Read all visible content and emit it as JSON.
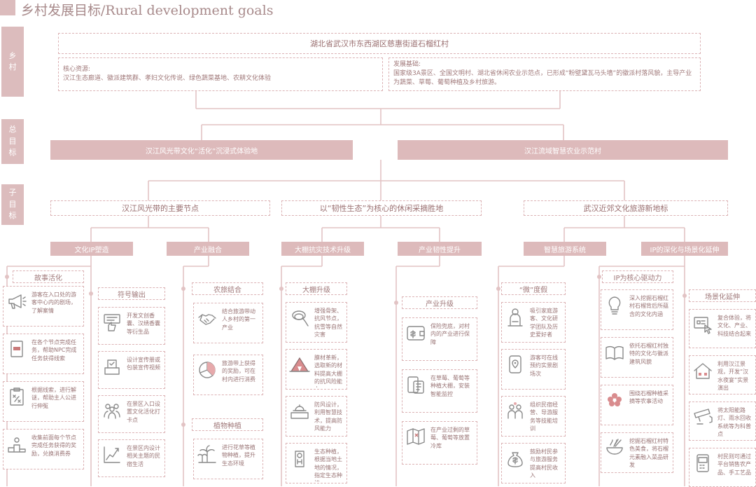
{
  "title": "乡村发展目标/Rural development goals",
  "side_labels": {
    "village": "乡\n村",
    "goal": "总\n目\n标",
    "subgoal": "子\n目\n标"
  },
  "village": {
    "name": "湖北省武汉市东西湖区慈惠街道石榴红村",
    "resources_label": "核心资源:",
    "resources": "汉江生态廊道、徽派建筑群、孝妇文化传说、绿色蔬菜基地、农耕文化体验",
    "basis_label": "发展基础:",
    "basis": "国家级3A景区、全国文明村、湖北省休闲农业示范点，已形成“粉壁黛瓦马头墙”的徽派村落风貌，主导产业为蔬菜、草莓、葡萄种植及乡村旅游。"
  },
  "goals": [
    "汉江风光带文化“活化”沉浸式体验地",
    "汉江流域智慧农业示范村"
  ],
  "subgoals": [
    "汉江风光带的主要节点",
    "以“韧性生态”为核心的休闲采摘胜地",
    "武汉近郊文化旅游新地标"
  ],
  "categories": [
    "文化IP塑造",
    "产业融合",
    "大棚抗灾技术升级",
    "产业韧性提升",
    "智慧旅游系统",
    "IP的深化与场景化延伸"
  ],
  "subheads": {
    "story": "故事活化",
    "symbol": "符号输出",
    "agritour": "农旅结合",
    "plant": "植物种植",
    "greenhouse": "大棚升级",
    "industry": "产业升级",
    "micro": "“微”度假",
    "ipcore": "IP为核心驱动力",
    "scene": "场景化延伸"
  },
  "items": {
    "story": [
      "游客在入口处的游客中心内的剧场，了解案情",
      "在各个节点完成任务，帮助NPC完成任务获得线索",
      "根据线索，进行解谜，帮助主人公进行伸冤",
      "收集前面每个节点完成任务获得的奖励，兑换消费券"
    ],
    "symbol": [
      "开发文创香囊、汉绣香囊等衍生品",
      "设计宣传册或包装宣传视频",
      "在景区入口设置文化活化打卡点",
      "在景区内设计相关主题的民宿生活"
    ],
    "agritour": [
      "结合旅游带动人乡村的第一产业",
      "旅游带上获得的奖励，可在村内进行消费"
    ],
    "plant": [
      "进行花草等植物种植，提升生态环境"
    ],
    "greenhouse": [
      "增强骨架、抗风节点，抗雪等自然灾害",
      "膜材革新，选取新的材料提高大棚的抗风险能力",
      "防风设计，利用智慧技术，提高防风能力",
      "生态种植，根据当地土地的情况，指定生态种植"
    ],
    "industry": [
      "保险兜底，对村内的产业进行保障",
      "在草莓、葡萄等种植大棚，安装智能监控",
      "在产业过剩的草莓、葡萄等放置冷库"
    ],
    "micro": [
      "吸引家庭游客、文化研学团队及历史爱好者",
      "游客可在线预约实景剧场次",
      "组织民宿经营、导游服务等技能培训",
      "鼓励村民参与旅游服务提高村民收入"
    ],
    "ipcore": [
      "深入挖掘石榴红村石榴背后所蕴含的文化内涵",
      "依托石榴红村独特的文化与徽派建筑风貌",
      "围绕石榴种植采摘等农事活动",
      "挖掘石榴红村特色美食，将石榴元素融入菜品研发"
    ],
    "scene": [
      "复合体验，将文化、产业、科技结合起来",
      "利用汉江景观，开发“汉水夜宴”实景演出",
      "将太阳能路灯、雨水回收系统等为科普点",
      "村民则可通过平台销售农产品、手工艺品"
    ]
  },
  "colors": {
    "accent": "#ddbabb",
    "line": "#e2c3c4",
    "text": "#9a6f70"
  }
}
